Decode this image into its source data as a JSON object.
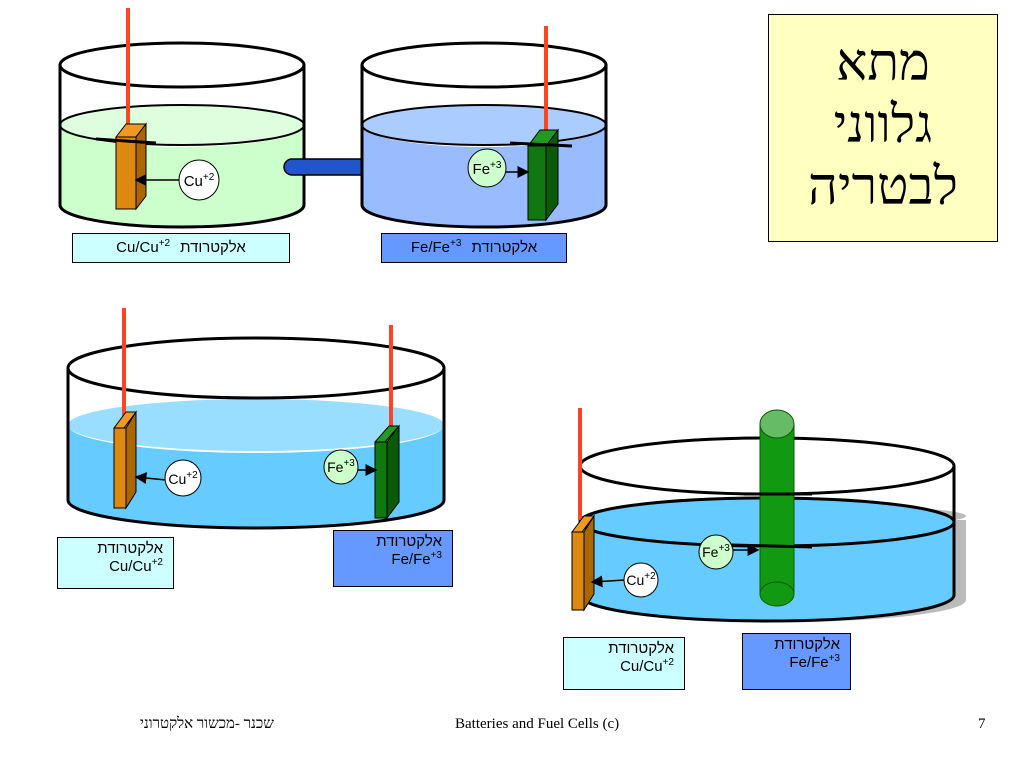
{
  "title_lines": [
    "מתא",
    "גלווני",
    "לבטריה"
  ],
  "ions": {
    "cu_base": "Cu",
    "cu_charge": "+2",
    "fe_base": "Fe",
    "fe_charge": "+3"
  },
  "labels": {
    "cu_electrode_hebrew": "אלקטרודת",
    "cu_electrode_formula_base": "Cu/Cu",
    "cu_electrode_formula_charge": "+2",
    "fe_electrode_hebrew": "אלקטרודת",
    "fe_electrode_formula_base": "Fe/Fe",
    "fe_electrode_formula_charge": "+3"
  },
  "footer": {
    "author": "שכנר -מכשור אלקטרוני",
    "course": "Batteries and Fuel Cells (c)",
    "page_number": "7"
  },
  "colors": {
    "cu_solution": "#ccffcc",
    "fe_solution": "#99bbff",
    "shared_solution": "#66ccff",
    "copper_electrode": "#dd8811",
    "iron_electrode": "#117711",
    "wire": "#ff4422",
    "salt_bridge": "#2255cc",
    "title_bg": "#ffffc0"
  }
}
